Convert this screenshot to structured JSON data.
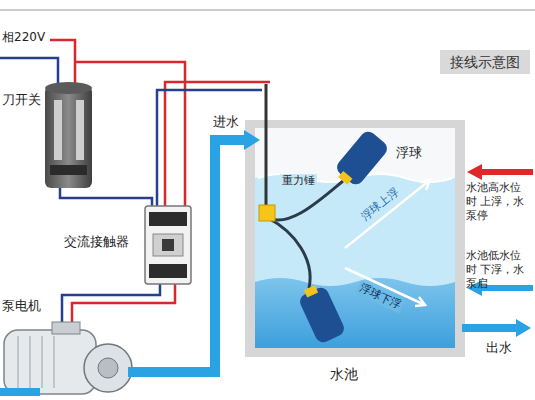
{
  "diagram": {
    "title": "接线示意图",
    "labels": [
      "相220V",
      "刀开关",
      "交流接触器",
      "泵电机",
      "进水",
      "浮球",
      "重力锤",
      "浮球上浮",
      "浮球下浮",
      "水池高水位时 上浮，水泵停",
      "水池低水位时 下浮，水泵启",
      "出水",
      "水池"
    ]
  }
}
